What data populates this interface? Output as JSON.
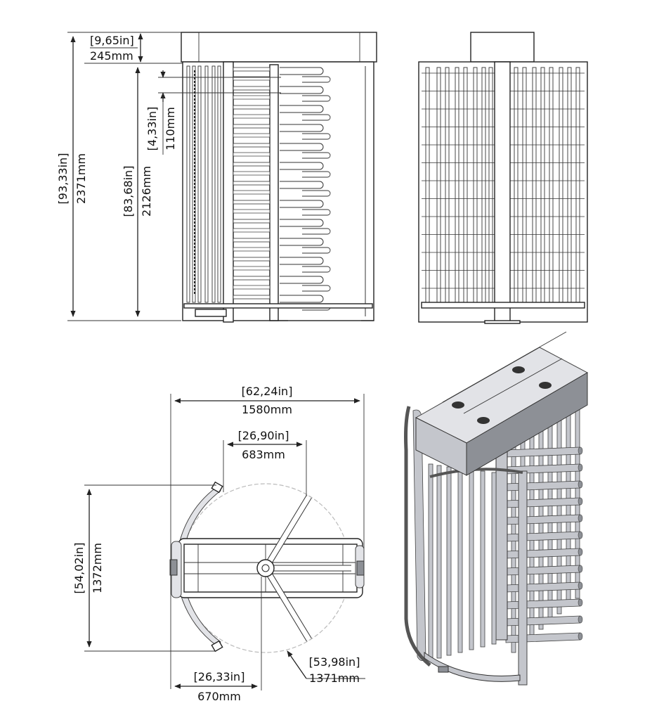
{
  "front_view": {
    "total_height_in": "[93,33in]",
    "total_height_mm": "2371mm",
    "inner_height_in": "[83,68in]",
    "inner_height_mm": "2126mm",
    "top_box_in": "[9,65in]",
    "top_box_mm": "245mm",
    "arm_spacing_in": "[4,33in]",
    "arm_spacing_mm": "110mm"
  },
  "top_view": {
    "overall_width_in": "[62,24in]",
    "overall_width_mm": "1580mm",
    "passage_width_in": "[26,90in]",
    "passage_width_mm": "683mm",
    "depth_in": "[54,02in]",
    "depth_mm": "1372mm",
    "offset_in": "[26,33in]",
    "offset_mm": "670mm",
    "rotor_diameter_in": "[53,98in]",
    "rotor_diameter_mm": "1371mm"
  },
  "colors": {
    "line": "#222222",
    "metal": "#c4c6cc",
    "metal_dark": "#8d9096"
  }
}
